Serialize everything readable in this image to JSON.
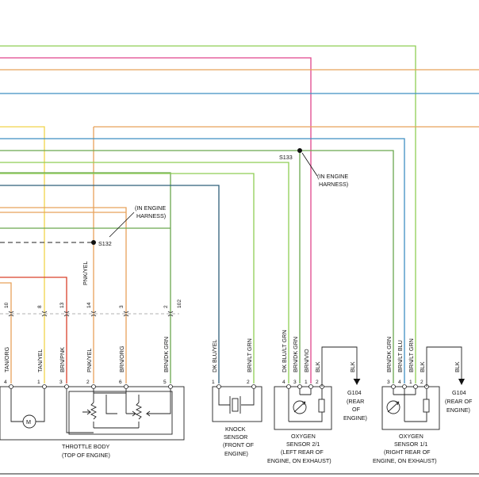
{
  "colors": {
    "green": "#6aa84f",
    "lt_green": "#8fce54",
    "pink": "#e0458c",
    "orange": "#e7a25a",
    "blue": "#3f8fc2",
    "yellow": "#f0d44a",
    "red": "#d9412b",
    "dark_blue": "#2f5f7a",
    "black": "#222222"
  },
  "splices": {
    "s132": "S132",
    "s133": "S133",
    "harness_1_line1": "(IN ENGINE",
    "harness_1_line2": "HARNESS)",
    "harness_2_line1": "(IN ENGINE",
    "harness_2_line2": "HARNESS)"
  },
  "wire_labels": {
    "pnk_yel_upper": "PNK/YEL",
    "pins": [
      "10",
      "8",
      "13",
      "14",
      "3",
      "2",
      "102"
    ]
  },
  "throttle_body": {
    "wires": [
      "TAN/ORG",
      "TAN/YEL",
      "BRN/PNK",
      "PNK/YEL",
      "BRN/ORG",
      "BRN/DK GRN"
    ],
    "pins": [
      "4",
      "1",
      "3",
      "2",
      "6",
      "5"
    ],
    "name_line1": "THROTTLE BODY",
    "name_line2": "(TOP OF ENGINE)"
  },
  "knock_sensor": {
    "wires": [
      "DK BLU/YEL",
      "BRN/LT GRN"
    ],
    "pins": [
      "1",
      "2"
    ],
    "name_line1": "KNOCK",
    "name_line2": "SENSOR",
    "name_line3": "(FRONT OF",
    "name_line4": "ENGINE)"
  },
  "oxygen_sensor_21": {
    "wires": [
      "DK BLU/LT GRN",
      "BRN/DK GRN",
      "BRN/VIO",
      "BLK"
    ],
    "pins": [
      "4",
      "3",
      "1",
      "2"
    ],
    "name_line1": "OXYGEN",
    "name_line2": "SENSOR 2/1",
    "name_line3": "(LEFT REAR OF",
    "name_line4": "ENGINE, ON EXHAUST)"
  },
  "oxygen_sensor_11": {
    "wires": [
      "BRN/DK GRN",
      "BRN/LT BLU",
      "BRN/LT GRN",
      "BLK"
    ],
    "pins": [
      "3",
      "4",
      "1",
      "2"
    ],
    "name_line1": "OXYGEN",
    "name_line2": "SENSOR 1/1",
    "name_line3": "(RIGHT REAR OF",
    "name_line4": "ENGINE, ON EXHAUST)"
  },
  "ground_1": {
    "wire": "BLK",
    "name": "G104",
    "line2": "(REAR",
    "line3": "OF",
    "line4": "ENGINE)"
  },
  "ground_2": {
    "wire": "BLK",
    "name": "G104",
    "line2": "(REAR OF",
    "line3": "ENGINE)"
  }
}
